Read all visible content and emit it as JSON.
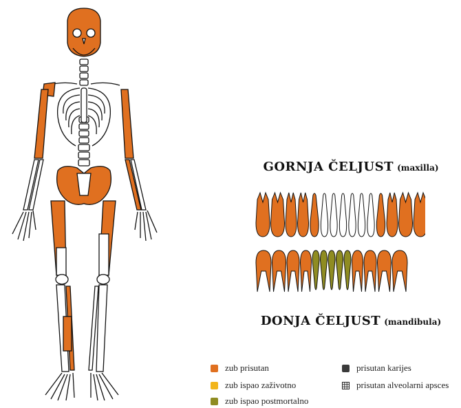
{
  "upper_jaw": {
    "title": "GORNJA ČELJUST",
    "latin": "(maxilla)"
  },
  "lower_jaw": {
    "title": "DONJA ČELJUST",
    "latin": "(mandibula)"
  },
  "colors": {
    "present": "#e07020",
    "lost_antemortem": "#f2b51b",
    "lost_postmortem": "#8f8c22",
    "caries": "#3a3a3a",
    "bone_present": "#e07020",
    "outline": "#111111"
  },
  "legend": [
    {
      "label": "zub prisutan",
      "swatch": "present"
    },
    {
      "label": "zub ispao zaživotno",
      "swatch": "lost_antemortem"
    },
    {
      "label": "zub ispao postmortalno",
      "swatch": "lost_postmortem"
    },
    {
      "label": "prisutan karijes",
      "swatch": "caries"
    },
    {
      "label": "prisutan alveolarni apsces",
      "swatch": "abscess-grid-icon"
    }
  ],
  "upper_teeth_status": [
    "present",
    "present",
    "present",
    "present",
    "present",
    "absent",
    "absent",
    "absent",
    "absent",
    "absent",
    "absent",
    "present",
    "present",
    "present",
    "present"
  ],
  "lower_teeth_status": [
    "present",
    "present",
    "present",
    "present",
    "lost_postmortem",
    "lost_postmortem",
    "lost_postmortem",
    "lost_postmortem",
    "lost_postmortem",
    "present",
    "present",
    "present",
    "present"
  ]
}
